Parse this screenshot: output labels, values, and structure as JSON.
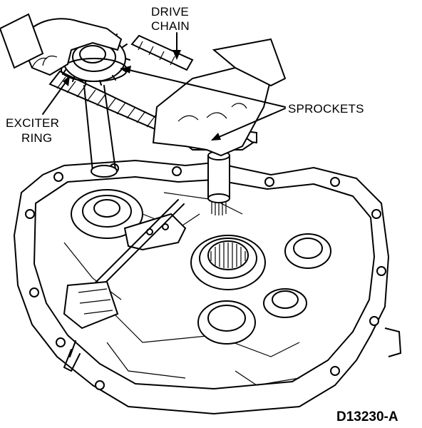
{
  "figure": {
    "labels": {
      "drive_chain_line1": "DRIVE",
      "drive_chain_line2": "CHAIN",
      "sprockets": "SPROCKETS",
      "exciter_line1": "EXCITER",
      "exciter_line2": "RING"
    },
    "reference_code": "D13230-A"
  },
  "icons": [
    "transfer-case-housing",
    "drive-chain",
    "front-sprocket",
    "rear-sprocket",
    "exciter-ring",
    "technician-hands"
  ]
}
